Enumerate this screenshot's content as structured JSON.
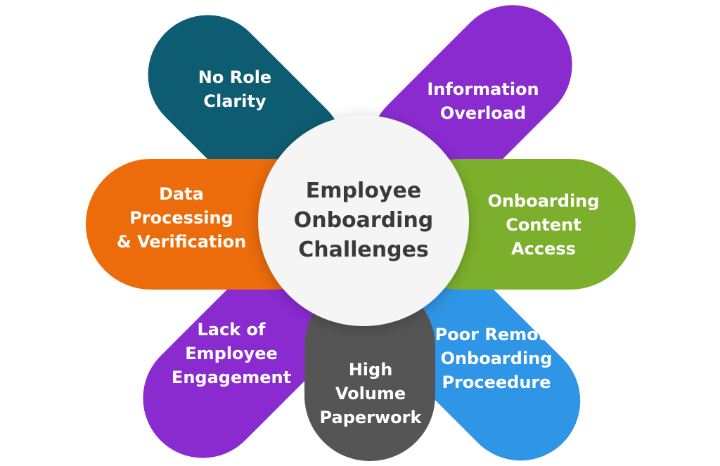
{
  "center": {
    "title": "Employee\nOnboarding\nChallenges",
    "fill": "#f5f5f5",
    "text_color": "#3a3a3a"
  },
  "petals": [
    {
      "id": "no-role-clarity",
      "label": "No Role\nClarity",
      "color": "#0e5c72"
    },
    {
      "id": "information-overload",
      "label": "Information\nOverload",
      "color": "#8a2bd0"
    },
    {
      "id": "onboarding-content-access",
      "label": "Onboarding\nContent\nAccess",
      "color": "#7cb02c"
    },
    {
      "id": "poor-remote-onboarding",
      "label": "Poor Remote\nOnboarding\nProceedure",
      "color": "#2f95e6"
    },
    {
      "id": "high-volume-paperwork",
      "label": "High\nVolume\nPaperwork",
      "color": "#555555"
    },
    {
      "id": "lack-of-employee-engagement",
      "label": "Lack of\nEmployee\nEngagement",
      "color": "#8a2bd0"
    },
    {
      "id": "data-processing-verification",
      "label": "Data\nProcessing\n& Verification",
      "color": "#ec6c0b"
    }
  ]
}
